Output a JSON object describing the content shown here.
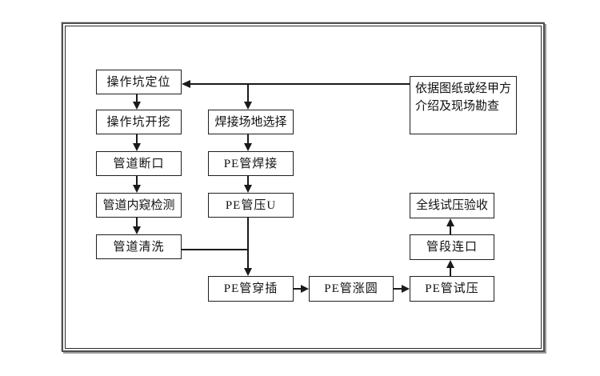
{
  "diagram": {
    "type": "flowchart",
    "language": "zh-CN",
    "colors": {
      "line": "#1a1a1a",
      "box_border": "#1f1f1f",
      "background": "#ffffff"
    },
    "nodes": [
      {
        "id": "operation-pit-positioning",
        "label": "操作坑定位"
      },
      {
        "id": "operation-pit-excavation",
        "label": "操作坑开挖"
      },
      {
        "id": "pipe-cutting",
        "label": "管道断口"
      },
      {
        "id": "pipe-endoscope-inspection",
        "label": "管道内窥检测"
      },
      {
        "id": "pipe-cleaning",
        "label": "管道清洗"
      },
      {
        "id": "welding-site-selection",
        "label": "焊接场地选择"
      },
      {
        "id": "pe-pipe-welding",
        "label": "PE管焊接"
      },
      {
        "id": "pe-pipe-u-pressing",
        "label": "PE管压U"
      },
      {
        "id": "pe-pipe-insertion",
        "label": "PE管穿插"
      },
      {
        "id": "pe-pipe-rounding",
        "label": "PE管涨圆"
      },
      {
        "id": "pe-pipe-pressure-test",
        "label": "PE管试压"
      },
      {
        "id": "pipe-section-connection",
        "label": "管段连口"
      },
      {
        "id": "full-line-pressure-test-acceptance",
        "label": "全线试压验收"
      },
      {
        "id": "reference-drawings-note",
        "label": "依据图纸或经甲方\n介绍及现场勘查"
      }
    ],
    "edges": [
      {
        "from": "operation-pit-positioning",
        "to": "operation-pit-excavation"
      },
      {
        "from": "operation-pit-excavation",
        "to": "pipe-cutting"
      },
      {
        "from": "pipe-cutting",
        "to": "pipe-endoscope-inspection"
      },
      {
        "from": "pipe-endoscope-inspection",
        "to": "pipe-cleaning"
      },
      {
        "from": "reference-drawings-note",
        "to": "operation-pit-positioning"
      },
      {
        "from": "reference-drawings-note",
        "to": "welding-site-selection"
      },
      {
        "from": "welding-site-selection",
        "to": "pe-pipe-welding"
      },
      {
        "from": "pe-pipe-welding",
        "to": "pe-pipe-u-pressing"
      },
      {
        "from": "pe-pipe-u-pressing",
        "to": "pe-pipe-insertion"
      },
      {
        "from": "pipe-cleaning",
        "to": "pe-pipe-insertion"
      },
      {
        "from": "pe-pipe-insertion",
        "to": "pe-pipe-rounding"
      },
      {
        "from": "pe-pipe-rounding",
        "to": "pe-pipe-pressure-test"
      },
      {
        "from": "pe-pipe-pressure-test",
        "to": "pipe-section-connection"
      },
      {
        "from": "pipe-section-connection",
        "to": "full-line-pressure-test-acceptance"
      }
    ]
  }
}
